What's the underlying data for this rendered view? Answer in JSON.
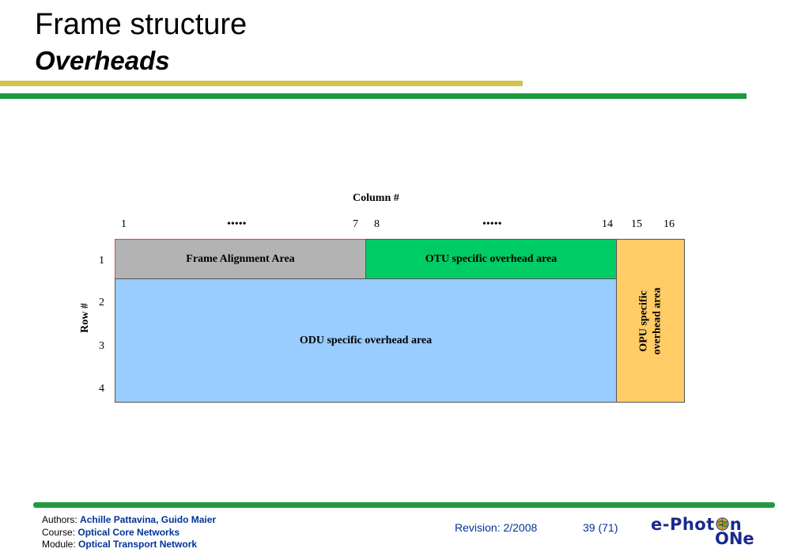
{
  "header": {
    "title": "Frame structure",
    "subtitle": "Overheads"
  },
  "diagram": {
    "column_header": "Column #",
    "column_numbers": [
      "1",
      "•••••",
      "7",
      "8",
      "•••••",
      "14",
      "15",
      "16"
    ],
    "row_header": "Row #",
    "row_numbers": [
      "1",
      "2",
      "3",
      "4"
    ],
    "areas": {
      "frame_alignment": "Frame Alignment Area",
      "otu": "OTU specific overhead area",
      "odu": "ODU specific overhead area",
      "opu_line1": "OPU specific",
      "opu_line2": "overhead area"
    },
    "colors": {
      "frame_alignment": "#b3b3b3",
      "otu": "#00cc66",
      "odu": "#99ccff",
      "opu": "#ffcc66"
    }
  },
  "footer": {
    "authors_label": "Authors: ",
    "authors": "Achille Pattavina, Guido Maier",
    "course_label": "Course: ",
    "course": "Optical Core Networks",
    "module_label": "Module: ",
    "module": "Optical Transport Network",
    "revision": "Revision: 2/2008",
    "page": "39 (71)",
    "logo_line1": "e-Phot",
    "logo_line1_end": "n",
    "logo_line2": "ONe"
  }
}
